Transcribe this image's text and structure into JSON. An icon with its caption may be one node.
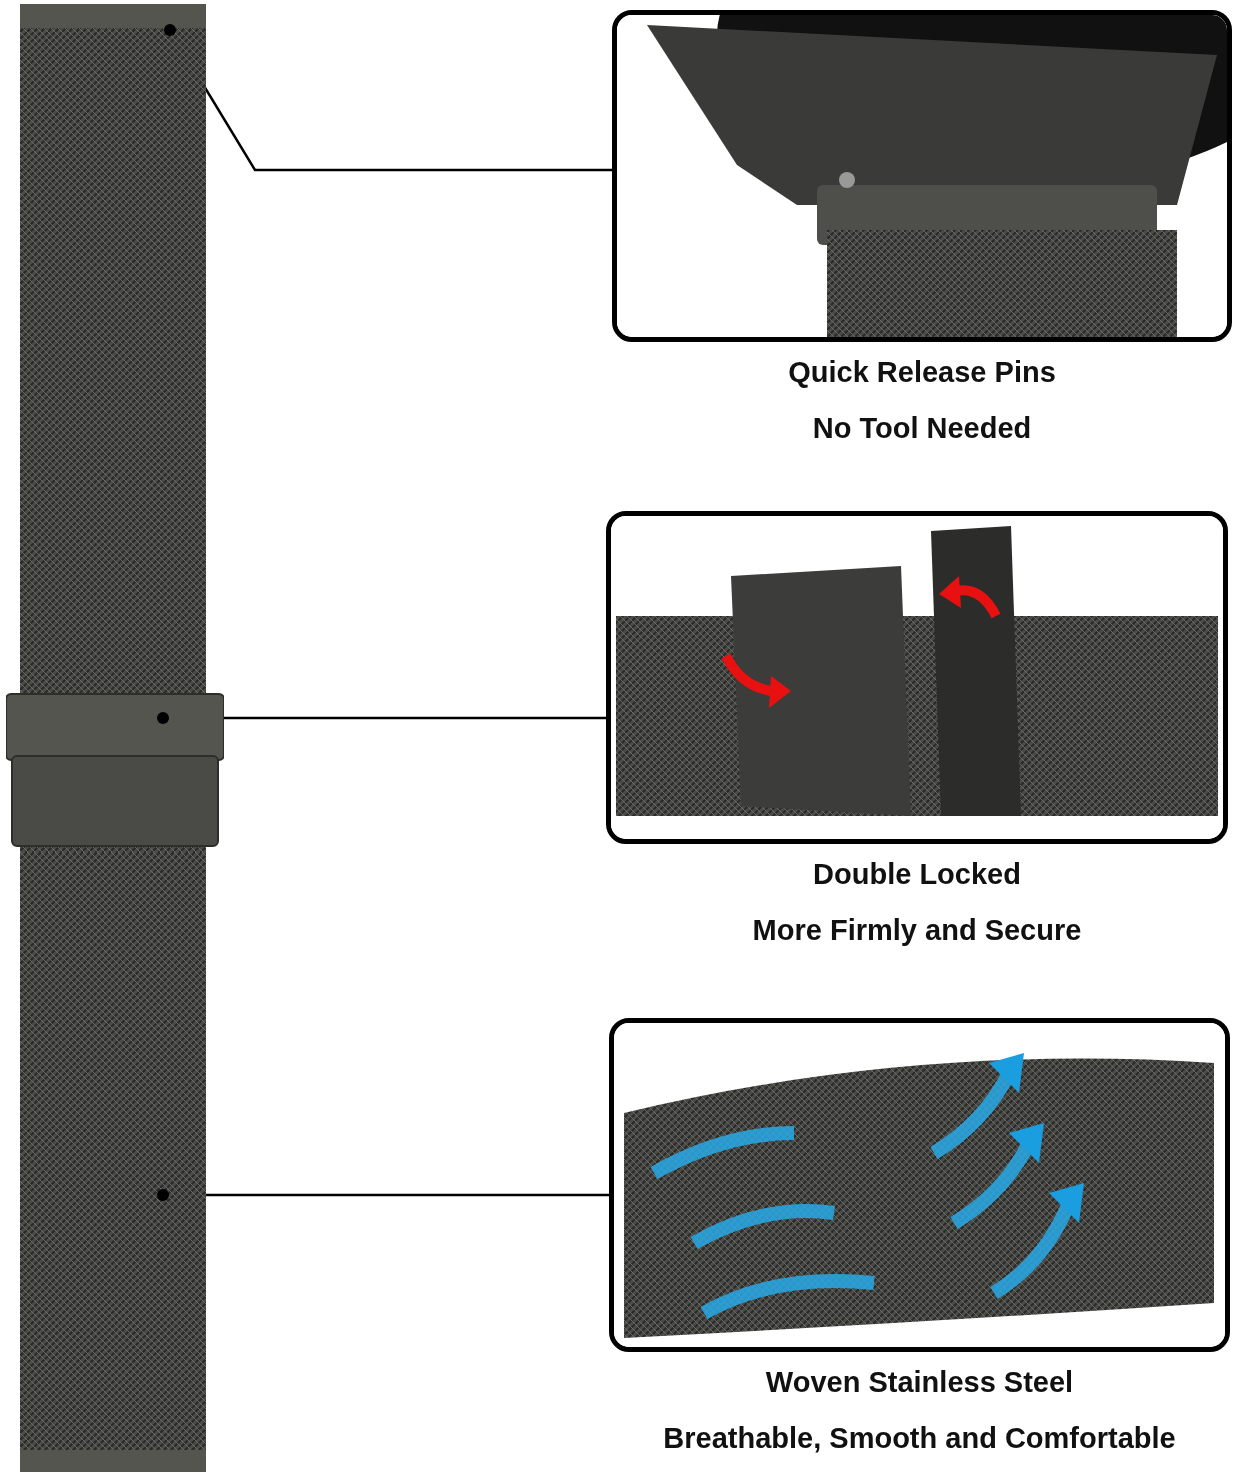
{
  "diagram": {
    "nodes": [
      {
        "text": [
          "Quick Release Pins",
          "No Tool Needed"
        ]
      },
      {
        "text": [
          "Double Locked",
          "More Firmly and Secure"
        ]
      },
      {
        "text": [
          "Woven Stainless Steel",
          "Breathable, Smooth and Comfortable"
        ]
      },
      {
        "text": [],
        "shape": "picture"
      },
      {
        "text": [],
        "shape": "picture"
      },
      {
        "text": [],
        "shape": "picture"
      }
    ],
    "edges": [
      {
        "from": 0,
        "to": 3,
        "arrow": "none"
      },
      {
        "from": 1,
        "to": 4,
        "arrow": "none"
      },
      {
        "from": 2,
        "to": 5,
        "arrow": "none"
      }
    ]
  }
}
